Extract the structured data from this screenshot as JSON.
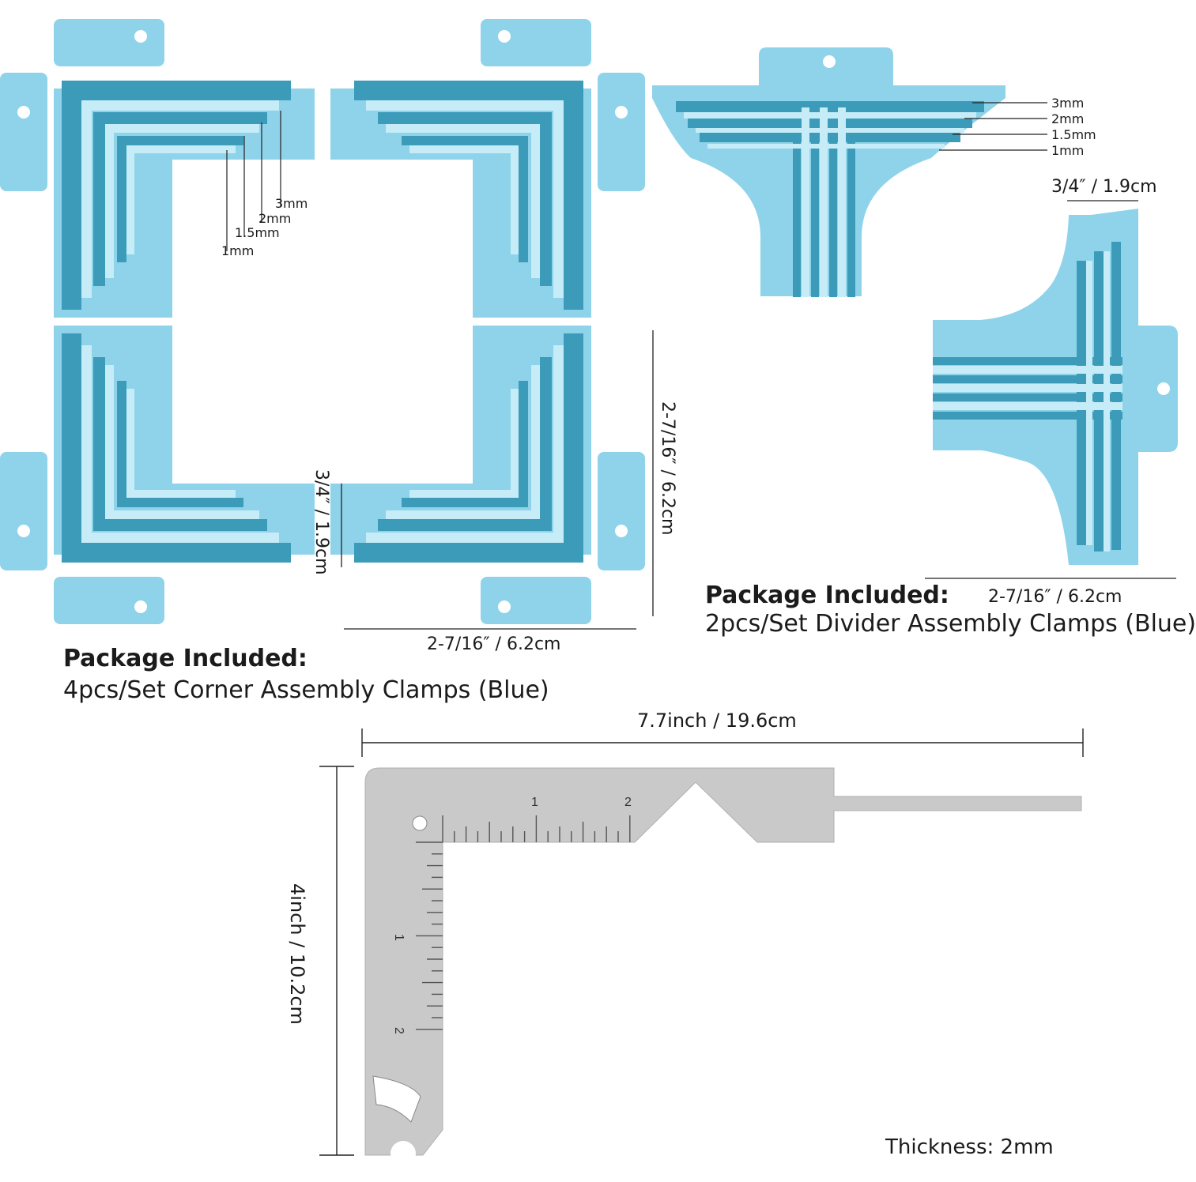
{
  "colors": {
    "clamp_blue": "#8fd3ea",
    "clamp_dark": "#3b9bb9",
    "clamp_light": "#c5ecf7",
    "steel": "#c9c9c9",
    "dimension_line": "#222222"
  },
  "corner_clamp": {
    "gauge_labels": [
      "3mm",
      "2mm",
      "1.5mm",
      "1mm"
    ],
    "dim_width": "2-7/16″ / 6.2cm",
    "dim_height": "2-7/16″ / 6.2cm",
    "dim_depth": "3/4″ / 1.9cm"
  },
  "divider_clamp": {
    "gauge_labels": [
      "3mm",
      "2mm",
      "1.5mm",
      "1mm"
    ],
    "dim_depth": "3/4″ / 1.9cm",
    "dim_width": "2-7/16″ / 6.2cm"
  },
  "package_corner": {
    "heading": "Package Included:",
    "description": "4pcs/Set Corner Assembly Clamps (Blue)"
  },
  "package_divider": {
    "heading": "Package Included:",
    "description": "2pcs/Set Divider Assembly Clamps (Blue)"
  },
  "ruler": {
    "length_label": "7.7inch / 19.6cm",
    "height_label": "4inch / 10.2cm",
    "thickness_label": "Thickness: 2mm",
    "scale_numbers": [
      "1",
      "2"
    ]
  }
}
